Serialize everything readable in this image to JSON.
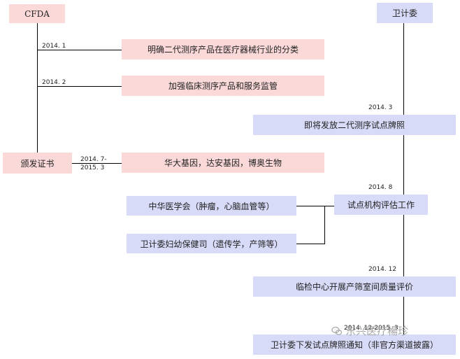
{
  "left_column": {
    "cfda": "CFDA",
    "issue_cert": "颁发证书",
    "events": [
      {
        "date": "2014. 1",
        "text": "明确二代测序产品在医疗器械行业的分类"
      },
      {
        "date": "2014. 2",
        "text": "加强临床测序产品和服务监管"
      }
    ],
    "cert_date_line1": "2014. 7-",
    "cert_date_line2": "2015. 3",
    "companies": "华大基因，达安基因，博奥生物"
  },
  "right_column": {
    "nhfpc": "卫计委",
    "events": [
      {
        "date": "2014. 3",
        "text": "即将发放二代测序试点牌照"
      },
      {
        "date": "2014. 8",
        "text": "试点机构评估工作"
      },
      {
        "date": "2014. 12",
        "text": "临检中心开展产筛室间质量评价"
      },
      {
        "date": "2014. 12-2015. 3",
        "text": "卫计委下发试点牌照通知（非官方渠道披露）"
      }
    ],
    "evaluators": [
      "中华医学会（肿瘤，心脑血管等）",
      "卫计委妇幼保健司（遗传学，产筛等）"
    ]
  },
  "watermark": {
    "text": "东兴医疗楊珍",
    "icon": "wechat-icon"
  }
}
